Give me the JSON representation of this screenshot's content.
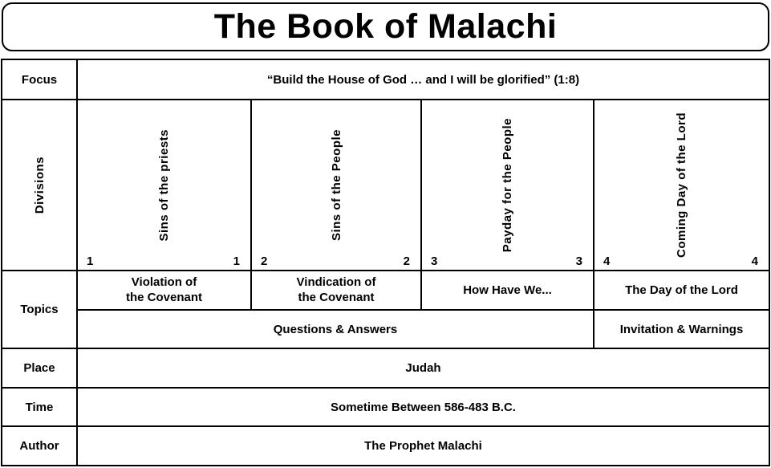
{
  "title": "The Book of Malachi",
  "rows": {
    "focus": {
      "label": "Focus",
      "value": "“Build the House of God … and I will be glorified” (1:8)"
    },
    "divisions": {
      "label": "Divisions",
      "columns": [
        {
          "title": "Sins of the priests",
          "chapter_start": "1",
          "chapter_end": "1"
        },
        {
          "title": "Sins of the People",
          "chapter_start": "2",
          "chapter_end": "2"
        },
        {
          "title": "Payday for the People",
          "chapter_start": "3",
          "chapter_end": "3"
        },
        {
          "title": "Coming Day of the Lord",
          "chapter_start": "4",
          "chapter_end": "4"
        }
      ]
    },
    "topics": {
      "label": "Topics",
      "cells": [
        "Violation of\nthe Covenant",
        "Vindication of\nthe Covenant",
        "How Have We...",
        "The Day of the Lord"
      ],
      "span_cells": [
        "Questions & Answers",
        "Invitation & Warnings"
      ]
    },
    "place": {
      "label": "Place",
      "value": "Judah"
    },
    "time": {
      "label": "Time",
      "value": "Sometime Between 586-483 B.C."
    },
    "author": {
      "label": "Author",
      "value": "The Prophet Malachi"
    }
  },
  "colors": {
    "background": "#ffffff",
    "border": "#000000",
    "text": "#000000"
  }
}
